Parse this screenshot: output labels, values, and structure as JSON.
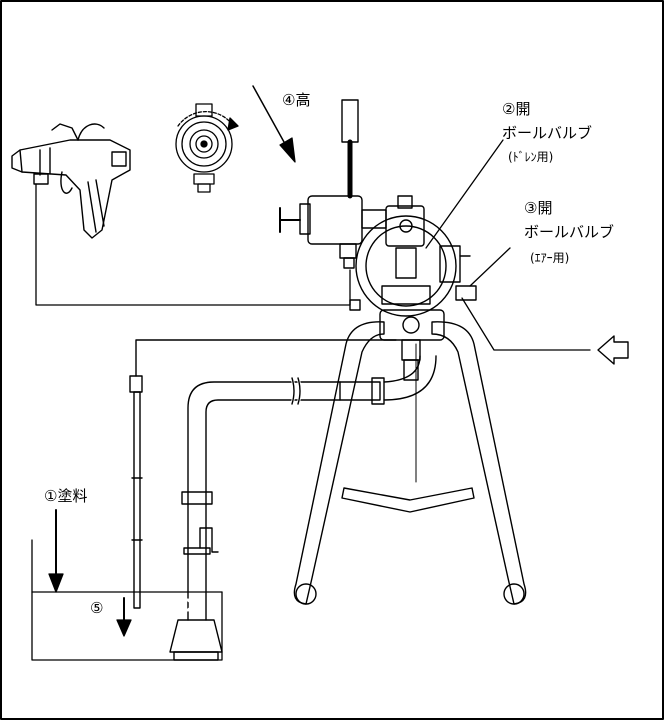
{
  "labels": {
    "paint": "①塗料",
    "high": "④高",
    "open2": "②開",
    "ball_valve_2": "ボールバルブ",
    "drain_use": "(ﾄﾞﾚﾝ用)",
    "open3": "③開",
    "ball_valve_3": "ボールバルブ",
    "air_use": "(ｴｱｰ用)",
    "step5": "⑤"
  },
  "colors": {
    "line": "#000000",
    "background": "#ffffff",
    "frame": "#000000"
  }
}
